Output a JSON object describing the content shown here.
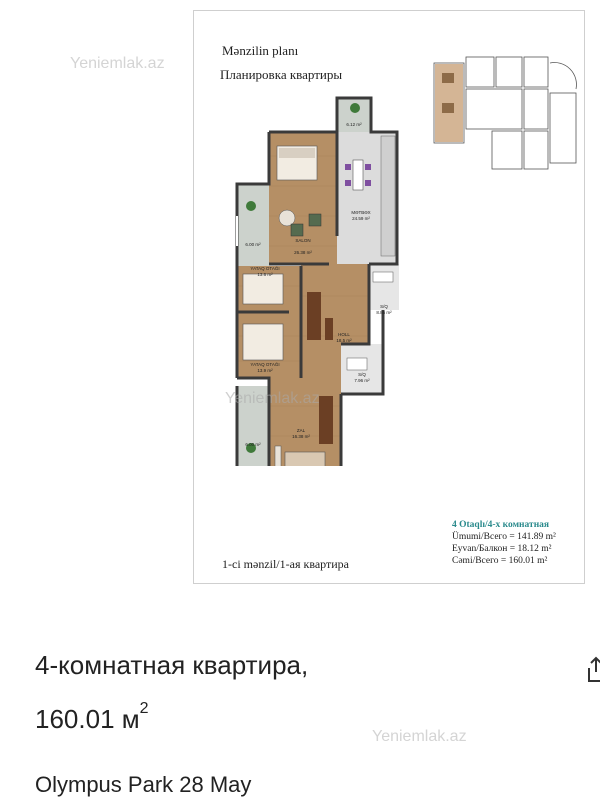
{
  "plan": {
    "heading_az": "Mənzilin planı",
    "heading_ru": "Планировка квартиры",
    "apartment_caption": "1-ci mənzil/1-ая квартира",
    "summary": {
      "title": "4 Otaqlı/4-х комнатная",
      "total": "Ümumi/Всего = 141.89 m²",
      "balcony": "Eyvan/Балкон = 18.12 m²",
      "grand_total": "Cəmi/Всего = 160.01 m²"
    },
    "room_labels": {
      "balcony_top": "6.12 m²",
      "kitchen": "MƏTBƏX",
      "kitchen_area": "24.59 m²",
      "living": "SALON",
      "living_area": "26.38 m²",
      "balcony_left1": "6.00 m²",
      "bedroom1": "YATAQ OTAĞI",
      "bedroom1_area": "13.6 m²",
      "bedroom2": "YATAQ OTAĞI",
      "bedroom2_area": "13.9 m²",
      "hall": "HOLL",
      "hall_area": "18.5 m²",
      "wc1": "S/Q",
      "wc1_area": "8.86 m²",
      "wc2": "S/Q",
      "wc2_area": "7.96 m²",
      "balcony_left2": "6.00 m²",
      "room4": "ZAL",
      "room4_area": "16.38 m²"
    }
  },
  "listing": {
    "title_line1": "4-комнатная квартира,",
    "title_line2": "160.01 м",
    "area_superscript": "2",
    "subtitle": "Olympus Park 28 May"
  },
  "watermark": "Yeniemlak.az",
  "colors": {
    "accent_teal": "#2a8a8c",
    "wall": "#3a3a3a",
    "wood_floor": "#b58f65",
    "tile_floor": "#d9d9d9"
  }
}
